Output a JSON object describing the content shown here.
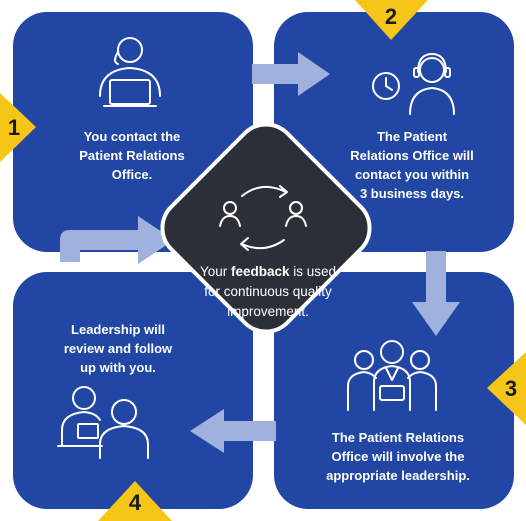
{
  "colors": {
    "box": "#2146a3",
    "center": "#2b2f38",
    "arrow": "#9fb1dc",
    "badge": "#f5c518",
    "text": "#ffffff"
  },
  "steps": [
    {
      "number": "1",
      "text_lines": [
        "You contact the",
        "Patient Relations",
        "Office."
      ],
      "icon": "person-laptop-icon"
    },
    {
      "number": "2",
      "text_lines": [
        "The Patient",
        "Relations Office will",
        "contact you within",
        "3 business days."
      ],
      "icon": "clock-headset-agent-icon"
    },
    {
      "number": "3",
      "text_lines": [
        "The Patient Relations",
        "Office will involve the",
        "appropriate leadership."
      ],
      "icon": "leadership-group-icon"
    },
    {
      "number": "4",
      "text_lines": [
        "Leadership will",
        "review and follow",
        "up with you."
      ],
      "icon": "meeting-people-icon"
    }
  ],
  "center": {
    "text_before": "Your ",
    "text_bold": "feedback",
    "text_after": " is used",
    "line2": "for continuous quality",
    "line3": "improvement.",
    "icon": "feedback-cycle-icon"
  }
}
